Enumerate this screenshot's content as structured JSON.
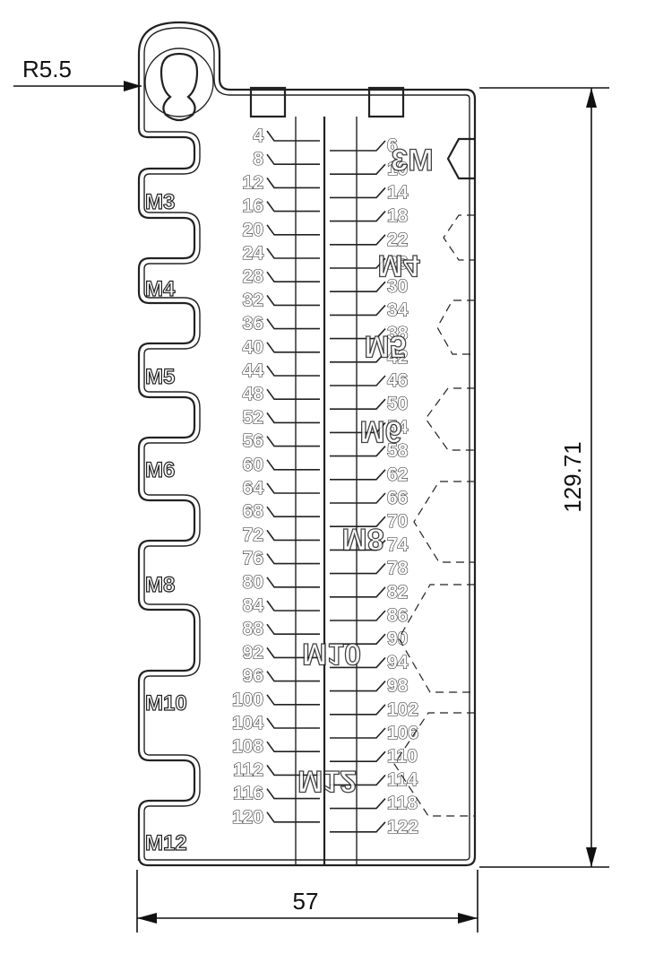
{
  "dimensions": {
    "radius": "R5.5",
    "width": "57",
    "height": "129.71"
  },
  "thread_labels": [
    "M3",
    "M4",
    "M5",
    "M6",
    "M8",
    "M10",
    "M12"
  ],
  "ghost_labels": [
    "M3",
    "M4",
    "M5",
    "M6",
    "M8",
    "M10",
    "M12"
  ],
  "scale_left": [
    "4",
    "8",
    "12",
    "16",
    "20",
    "24",
    "28",
    "32",
    "36",
    "40",
    "44",
    "48",
    "52",
    "56",
    "60",
    "64",
    "68",
    "72",
    "76",
    "80",
    "84",
    "88",
    "92",
    "96",
    "100",
    "104",
    "108",
    "112",
    "116",
    "120"
  ],
  "scale_right": [
    "6",
    "10",
    "14",
    "18",
    "22",
    "26",
    "30",
    "34",
    "38",
    "42",
    "46",
    "50",
    "54",
    "58",
    "62",
    "66",
    "70",
    "74",
    "78",
    "82",
    "86",
    "90",
    "94",
    "98",
    "102",
    "106",
    "110",
    "114",
    "118",
    "122"
  ]
}
